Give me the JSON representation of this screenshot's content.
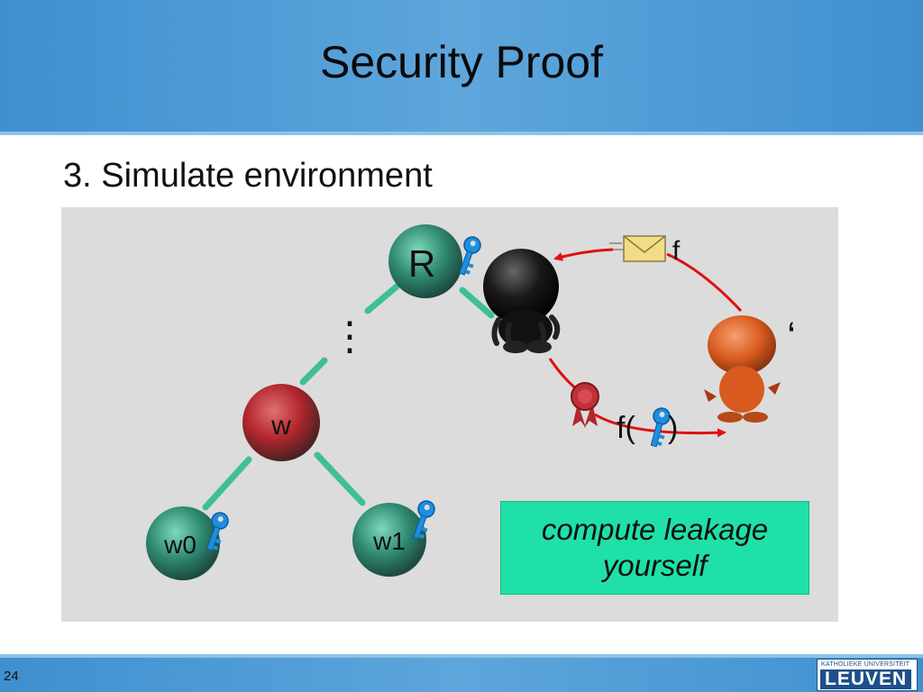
{
  "slide": {
    "title": "Security Proof",
    "subtitle": "3. Simulate environment",
    "page_number": "24"
  },
  "tree": {
    "root_label": "R",
    "middle_label": "w",
    "left_leaf_label": "w0",
    "right_leaf_label": "w1",
    "ellipsis": "⋮"
  },
  "leakage": {
    "query_label": "f",
    "answer_label_open": "f(",
    "answer_label_close": ")",
    "quote_mark": "‘"
  },
  "note_box": {
    "line1": "compute leakage",
    "line2": "yourself"
  },
  "logo": {
    "small_text": "KATHOLIEKE UNIVERSITEIT",
    "main_text": "LEUVEN"
  },
  "colors": {
    "header_blue": "#4a97d4",
    "panel_gray": "#dcdcdc",
    "note_green": "#1fe0a8",
    "edge_teal": "#3fbf96",
    "arrow_red": "#e01010",
    "node_teal": "#2f8a72",
    "node_red": "#b3262e",
    "key_blue": "#1d8fe0"
  }
}
